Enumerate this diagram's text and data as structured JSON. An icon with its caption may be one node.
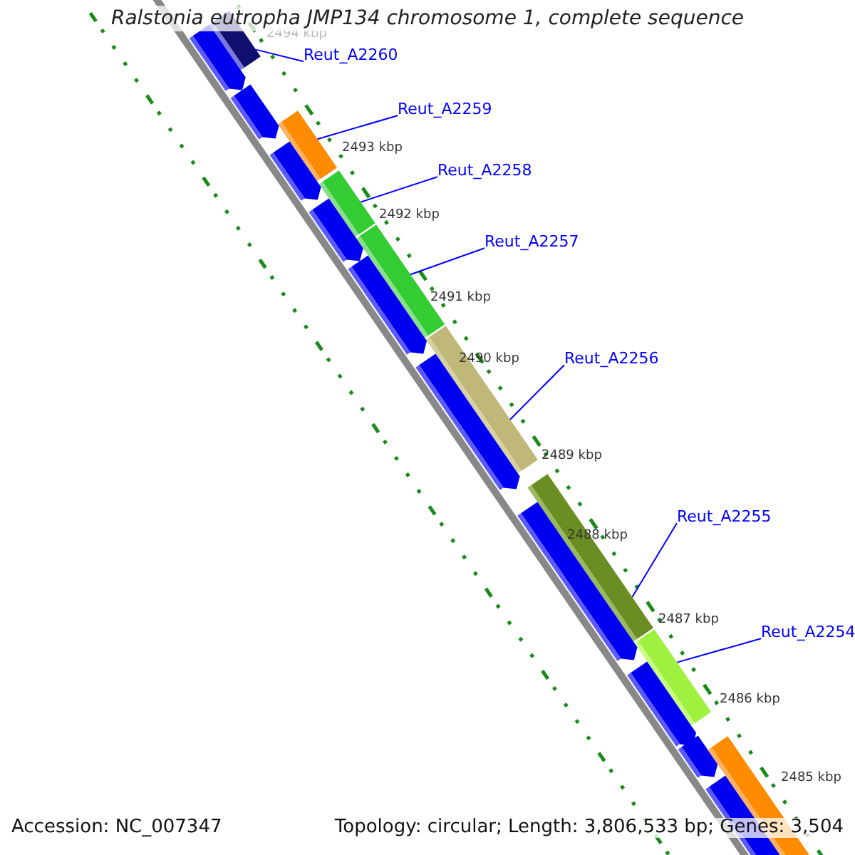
{
  "diagram": {
    "title": "Ralstonia eutropha JMP134 chromosome 1, complete sequence",
    "nodes": [
      {
        "text": [
          "Reut_A2260"
        ]
      },
      {
        "text": [
          "Reut_A2259"
        ]
      },
      {
        "text": [
          "Reut_A2258"
        ]
      },
      {
        "text": [
          "Reut_A2257"
        ]
      },
      {
        "text": [
          "Reut_A2256"
        ]
      },
      {
        "text": [
          "Reut_A2255"
        ]
      },
      {
        "text": [
          "Reut_A2254"
        ]
      },
      {
        "text": [],
        "shape": "bar"
      },
      {
        "text": [],
        "shape": "bar"
      },
      {
        "text": [],
        "shape": "bar"
      },
      {
        "text": [],
        "shape": "bar"
      },
      {
        "text": [],
        "shape": "bar"
      },
      {
        "text": [],
        "shape": "bar"
      },
      {
        "text": [],
        "shape": "bar"
      },
      {
        "text": [],
        "shape": "arrow"
      },
      {
        "text": [],
        "shape": "arrow"
      },
      {
        "text": [],
        "shape": "arrow"
      },
      {
        "text": [],
        "shape": "arrow"
      },
      {
        "text": [],
        "shape": "arrow"
      },
      {
        "text": [],
        "shape": "arrow"
      },
      {
        "text": [],
        "shape": "arrow"
      },
      {
        "text": [],
        "shape": "arrow"
      },
      {
        "text": [],
        "shape": "arrow"
      },
      {
        "text": [],
        "shape": "arrow"
      },
      {
        "text": [],
        "shape": "bar"
      }
    ],
    "edges": [
      {
        "from": 0,
        "to": 7,
        "arrow": "none"
      },
      {
        "from": 1,
        "to": 8,
        "arrow": "none"
      },
      {
        "from": 2,
        "to": 9,
        "arrow": "none"
      },
      {
        "from": 3,
        "to": 10,
        "arrow": "none"
      },
      {
        "from": 4,
        "to": 11,
        "arrow": "none"
      },
      {
        "from": 5,
        "to": 12,
        "arrow": "none"
      },
      {
        "from": 6,
        "to": 13,
        "arrow": "none"
      }
    ],
    "labels": [
      "2494 kbp",
      "2493 kbp",
      "2492 kbp",
      "2491 kbp",
      "2490 kbp",
      "2489 kbp",
      "2488 kbp",
      "2487 kbp",
      "2486 kbp",
      "2485 kbp",
      "Accession: NC_007347",
      "Topology: circular; Length: 3,806,533 bp; Genes: 3,504"
    ]
  }
}
